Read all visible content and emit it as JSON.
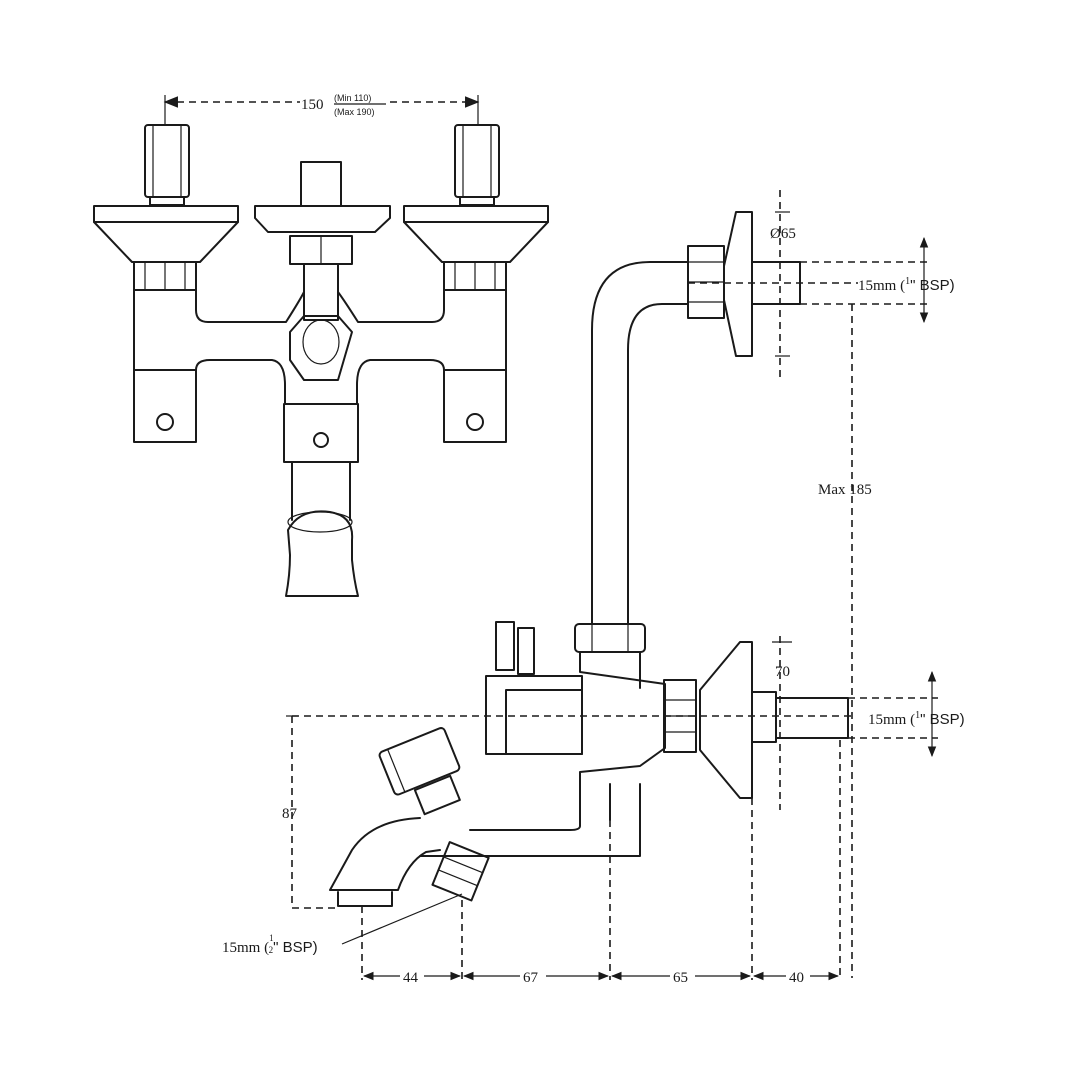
{
  "dimensions": {
    "spacing": "150",
    "spacing_min": "(Min 110)",
    "spacing_max": "(Max 190)",
    "flange_diameter": "Ø65",
    "inlet_top": {
      "prefix": "15mm (",
      "fraction": "1",
      "suffix": "\" BSP)"
    },
    "inlet_bottom": {
      "prefix": "15mm (",
      "fraction": "1",
      "suffix": "\" BSP)"
    },
    "outlet": {
      "prefix": "15mm (",
      "fraction": "1",
      "denominator": "2",
      "suffix": "\" BSP)"
    },
    "max_height": "Max 185",
    "flange_height": "70",
    "spout_height": "87",
    "d44": "44",
    "d67": "67",
    "d65": "65",
    "d40": "40"
  }
}
